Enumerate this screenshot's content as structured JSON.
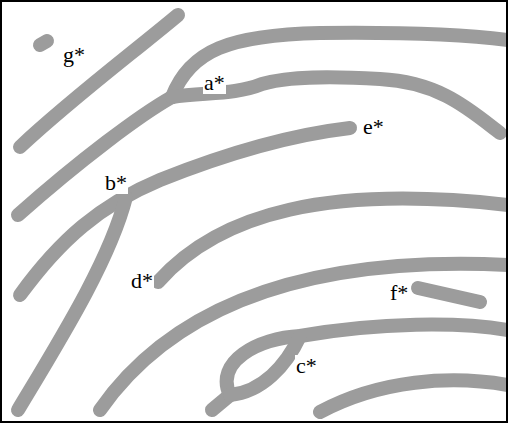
{
  "diagram": {
    "labels": [
      "g*",
      "a*",
      "e*",
      "b*",
      "d*",
      "f*",
      "c*"
    ]
  }
}
